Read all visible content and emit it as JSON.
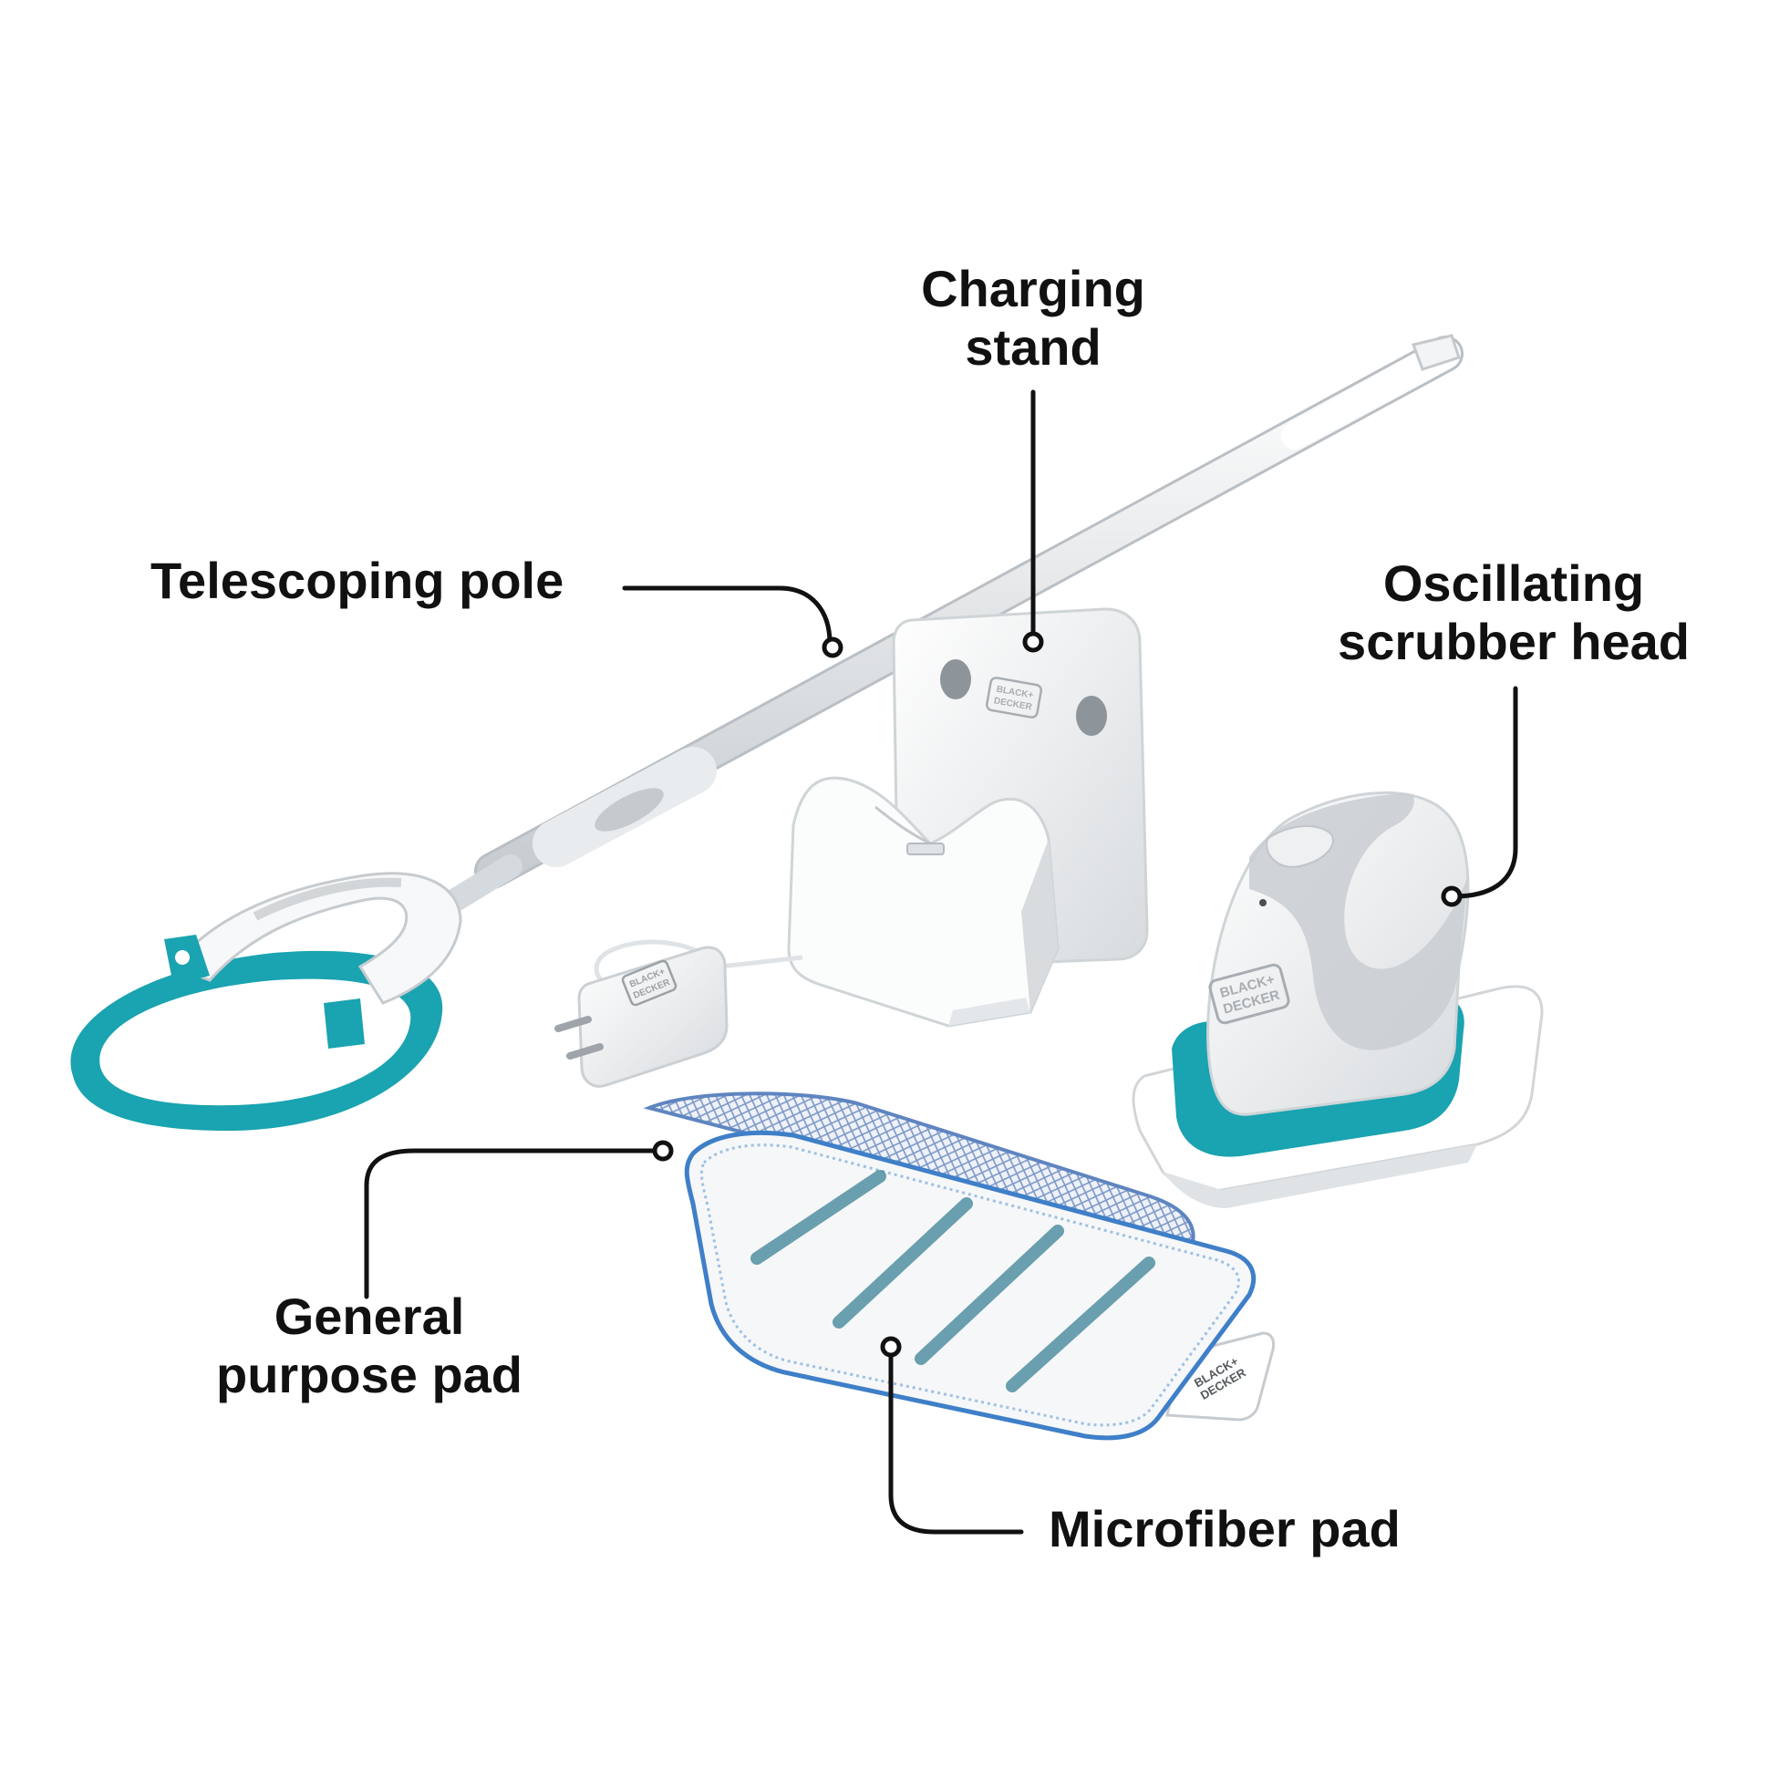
{
  "labels": {
    "charging_stand": {
      "line1": "Charging",
      "line2": "stand"
    },
    "telescoping_pole": {
      "line1": "Telescoping pole"
    },
    "oscillating_head": {
      "line1": "Oscillating",
      "line2": "scrubber head"
    },
    "general_pad": {
      "line1": "General",
      "line2": "purpose pad"
    },
    "microfiber_pad": {
      "line1": "Microfiber pad"
    }
  },
  "brand_marks": [
    "BLACK+",
    "DECKER"
  ],
  "colors": {
    "accent_teal": "#1aa3b0",
    "body_white": "#f4f6f7",
    "shade_gray": "#c9ced2",
    "line_black": "#111111",
    "mesh_blue": "#6a8fc4"
  }
}
